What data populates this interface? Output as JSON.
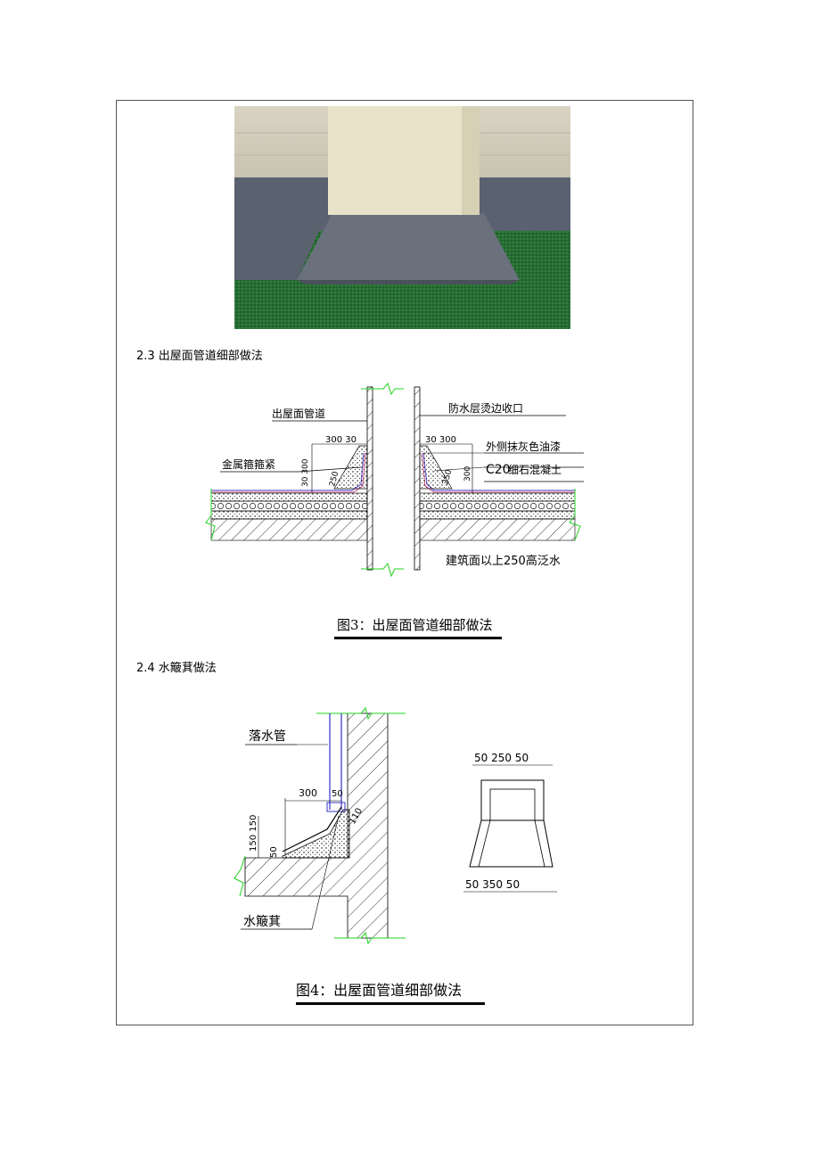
{
  "sections": {
    "s23": {
      "heading": "2.3 出屋面管道细部做法"
    },
    "s24": {
      "heading": "2.4 水簸萁做法"
    }
  },
  "fig3": {
    "caption": "图3：出屋面管道细部做法",
    "labels": {
      "pipe": "出屋面管道",
      "clamp": "金属箍箍紧",
      "edge": "防水层烫边收口",
      "paint": "外侧抹灰色油漆",
      "concrete_grade": "C20",
      "concrete_name": "细石混凝土",
      "flood": "建筑面以上250高泛水",
      "dim_left": "300 30",
      "dim_right": "30 300",
      "dim_left_v": "30 300",
      "dim_right_v": "300",
      "dim_250": "250"
    }
  },
  "fig4": {
    "caption": "图4：出屋面管道细部做法",
    "labels": {
      "downpipe": "落水管",
      "basin": "水簸萁",
      "dim_300": "300",
      "dim_50": "50",
      "dim_150": "150 150",
      "dim_top": "50 250 50",
      "dim_bottom": "50 350 50",
      "dim_110": "110"
    }
  }
}
